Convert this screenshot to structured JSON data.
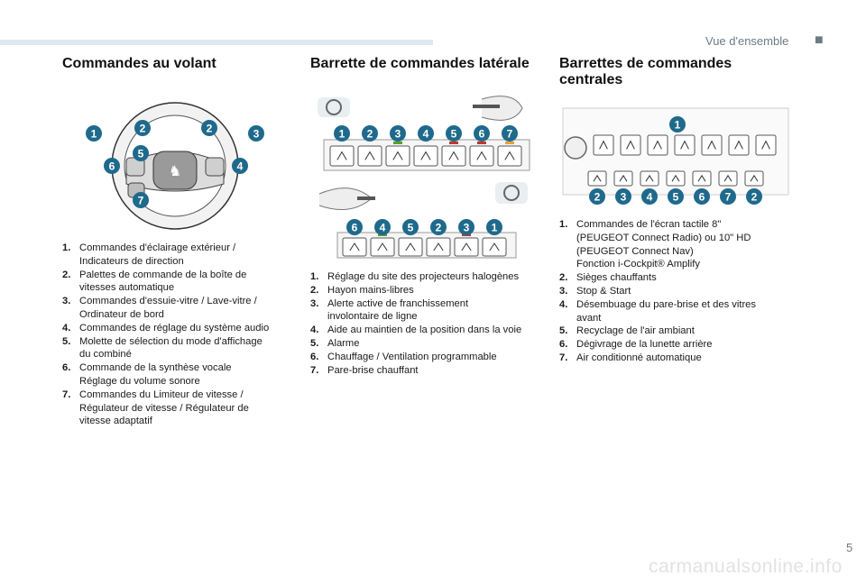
{
  "header": {
    "title": "Vue d'ensemble",
    "mark": "■"
  },
  "page_number": "5",
  "watermark": "carmanualsonline.info",
  "col1": {
    "title": "Commandes au volant",
    "badges": [
      "1",
      "2",
      "2",
      "3",
      "5",
      "6",
      "4",
      "7"
    ],
    "items": [
      {
        "n": "1.",
        "t": "Commandes d'éclairage extérieur /\nIndicateurs de direction"
      },
      {
        "n": "2.",
        "t": "Palettes de commande de la boîte de\nvitesses automatique"
      },
      {
        "n": "3.",
        "t": "Commandes d'essuie-vitre / Lave-vitre /\nOrdinateur de bord"
      },
      {
        "n": "4.",
        "t": "Commandes de réglage du système audio"
      },
      {
        "n": "5.",
        "t": "Molette de sélection du mode d'affichage\ndu combiné"
      },
      {
        "n": "6.",
        "t": "Commande de la synthèse vocale\nRéglage du volume sonore"
      },
      {
        "n": "7.",
        "t": "Commandes du Limiteur de vitesse /\nRégulateur de vitesse / Régulateur de\nvitesse adaptatif"
      }
    ]
  },
  "col2": {
    "title": "Barrette de commandes latérale",
    "badges_top": [
      "1",
      "2",
      "3",
      "4",
      "5",
      "6",
      "7"
    ],
    "badges_bottom": [
      "6",
      "4",
      "5",
      "2",
      "3",
      "1"
    ],
    "items": [
      {
        "n": "1.",
        "t": "Réglage du site des projecteurs halogènes"
      },
      {
        "n": "2.",
        "t": "Hayon mains-libres"
      },
      {
        "n": "3.",
        "t": "Alerte active de franchissement\ninvolontaire de ligne"
      },
      {
        "n": "4.",
        "t": "Aide au maintien de la position dans la voie"
      },
      {
        "n": "5.",
        "t": "Alarme"
      },
      {
        "n": "6.",
        "t": "Chauffage / Ventilation programmable"
      },
      {
        "n": "7.",
        "t": "Pare-brise chauffant"
      }
    ]
  },
  "col3": {
    "title": "Barrettes de commandes\ncentrales",
    "badge_screen": "1",
    "badges": [
      "2",
      "3",
      "4",
      "5",
      "6",
      "7",
      "2"
    ],
    "items": [
      {
        "n": "1.",
        "t": "Commandes de l'écran tactile 8\"\n(PEUGEOT Connect Radio) ou 10\" HD\n(PEUGEOT Connect Nav)\nFonction i-Cockpit® Amplify"
      },
      {
        "n": "2.",
        "t": "Sièges chauffants"
      },
      {
        "n": "3.",
        "t": "Stop & Start"
      },
      {
        "n": "4.",
        "t": "Désembuage du pare-brise et des vitres\navant"
      },
      {
        "n": "5.",
        "t": "Recyclage de l'air ambiant"
      },
      {
        "n": "6.",
        "t": "Dégivrage de la lunette arrière"
      },
      {
        "n": "7.",
        "t": "Air conditionné automatique"
      }
    ]
  }
}
